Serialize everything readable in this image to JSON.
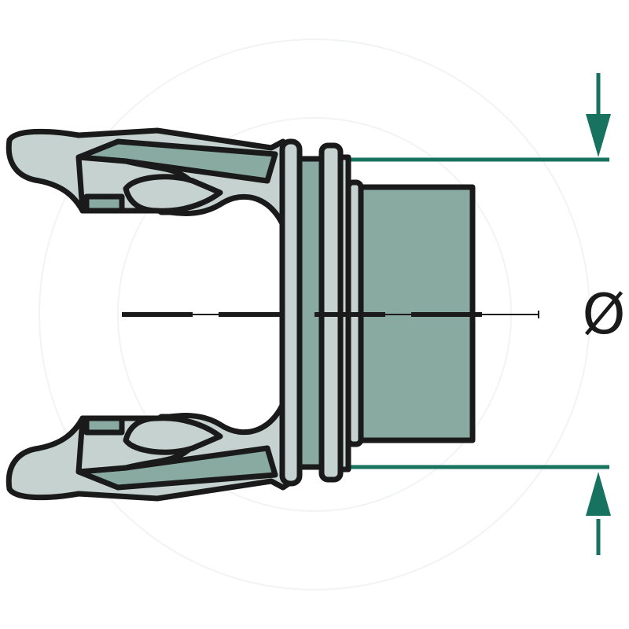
{
  "diagram": {
    "subject": "yoke-with-bore",
    "dimension": {
      "symbol": "Ø",
      "meaning": "diameter"
    },
    "colors": {
      "outline": "#1a1a1a",
      "light_fill": "#c5d2cf",
      "dark_fill": "#88aaa1",
      "dimension": "#177360",
      "background": "#ffffff"
    }
  }
}
